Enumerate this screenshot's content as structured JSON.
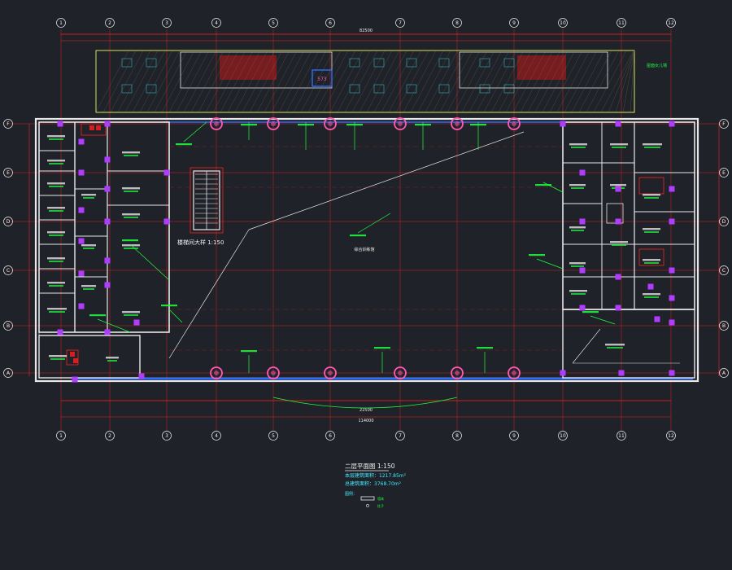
{
  "colors": {
    "background": "#1f2228",
    "wall": "#e8e8e8",
    "grid_axis": "#ff2020",
    "dimension": "#ff2020",
    "annotation": "#20ff40",
    "pipe": "#2a6cff",
    "equipment": "#b03cff",
    "column_pink": "#ff5ab4",
    "hatch": "#d8e060",
    "cyan_text": "#40e8ff",
    "label_text": "#f0f0f0"
  },
  "grid_axes": {
    "columns": [
      "1",
      "2",
      "3",
      "4",
      "5",
      "6",
      "7",
      "8",
      "9",
      "10",
      "11",
      "12"
    ],
    "rows": [
      "F",
      "E",
      "D",
      "C",
      "B",
      "A"
    ]
  },
  "dimensions": {
    "overall_top": "82500",
    "overall_bottom": "114000",
    "span_center": "22500"
  },
  "plan_labels": {
    "stair_detail": "楼梯间大样 1:150",
    "hall": "综合训练馆",
    "roof_note": "屋面女儿墙",
    "badge": "573"
  },
  "title_block": {
    "title": "二层平面图 1:150",
    "line1": "本层建筑面积：1217.85m²",
    "line2": "总建筑面积：3768.70m²",
    "legend_heading": "图例：",
    "legend_item1": "墙体",
    "legend_item2": "柱子"
  }
}
